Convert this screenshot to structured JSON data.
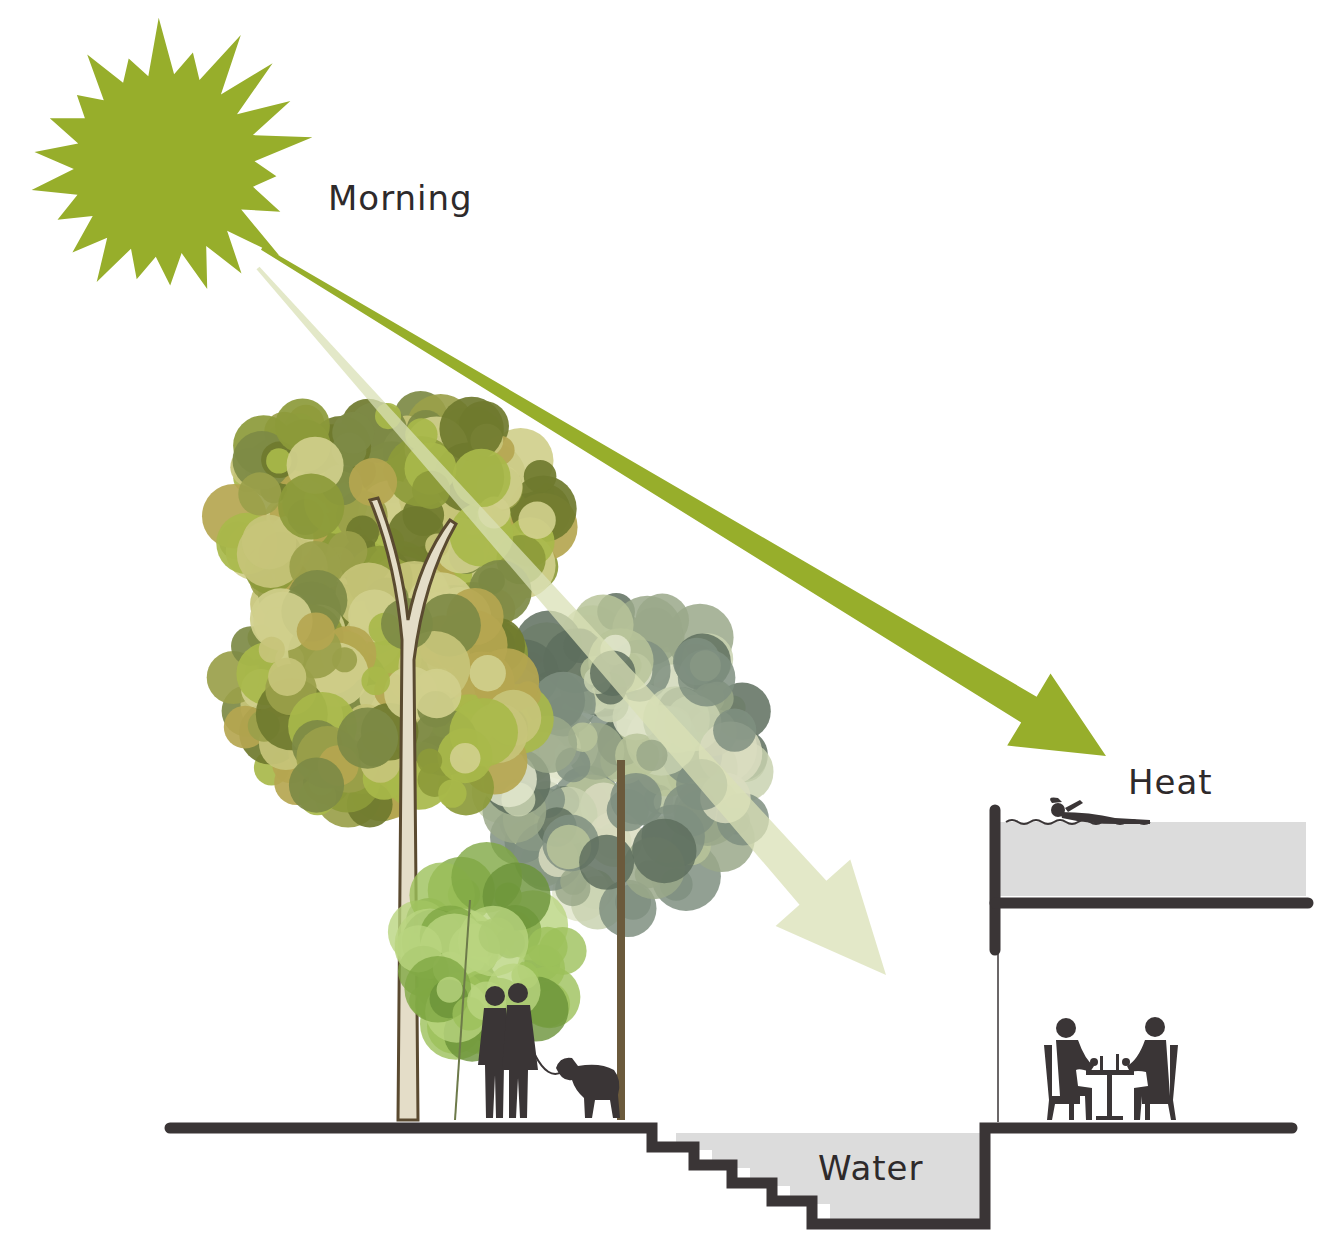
{
  "diagram": {
    "labels": [
      "Morning",
      "Heat",
      "Water"
    ]
  }
}
